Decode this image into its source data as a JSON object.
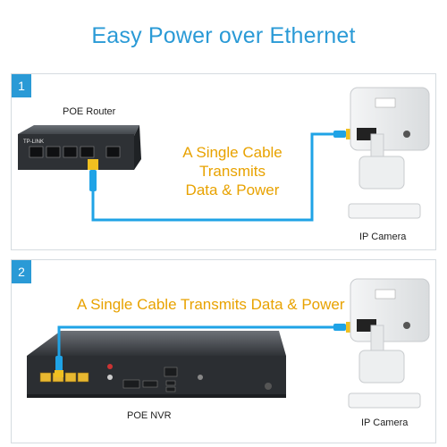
{
  "title": "Easy Power over Ethernet",
  "panel1": {
    "number": "1",
    "router_label": "POE Router",
    "router_brand": "TP-LINK",
    "callout_lines": [
      "A Single Cable",
      "Transmits",
      "Data & Power"
    ],
    "camera_label": "IP Camera"
  },
  "panel2": {
    "number": "2",
    "callout": "A Single Cable Transmits Data & Power",
    "nvr_label": "POE NVR",
    "camera_label": "IP Camera"
  },
  "colors": {
    "accent_blue": "#2a9ad6",
    "callout_orange": "#e8a200",
    "cable_blue": "#1fa3e6",
    "connector_yellow": "#f0c020"
  }
}
